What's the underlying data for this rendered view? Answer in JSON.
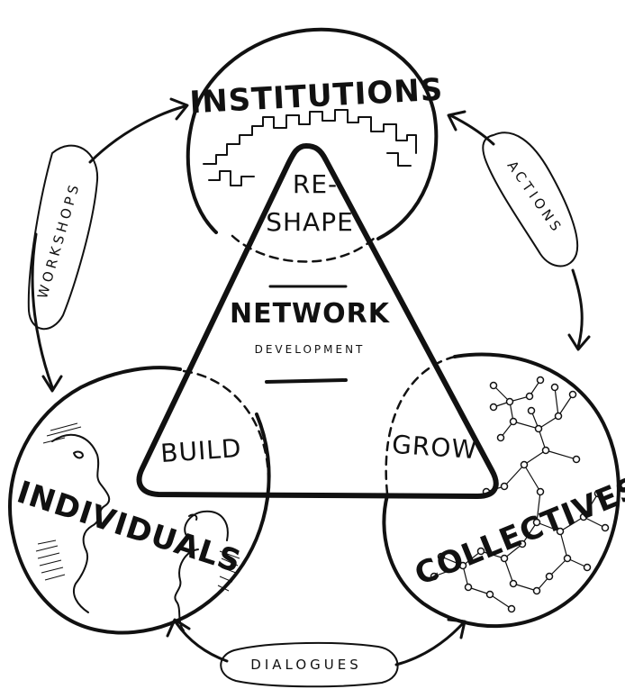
{
  "nodes": {
    "institutions": "INSTITUTIONS",
    "individuals": "INDIVIDUALS",
    "collectives": "COLLECTIVES"
  },
  "triangle": {
    "reshape_line1": "RE-",
    "reshape_line2": "SHAPE",
    "network": "NETWORK",
    "development": "DEVELOPMENT",
    "build": "BUILD",
    "grow": "GROW"
  },
  "arrows": {
    "workshops": "WORKSHOPS",
    "actions": "ACTIONS",
    "dialogues": "DIALOGUES"
  }
}
